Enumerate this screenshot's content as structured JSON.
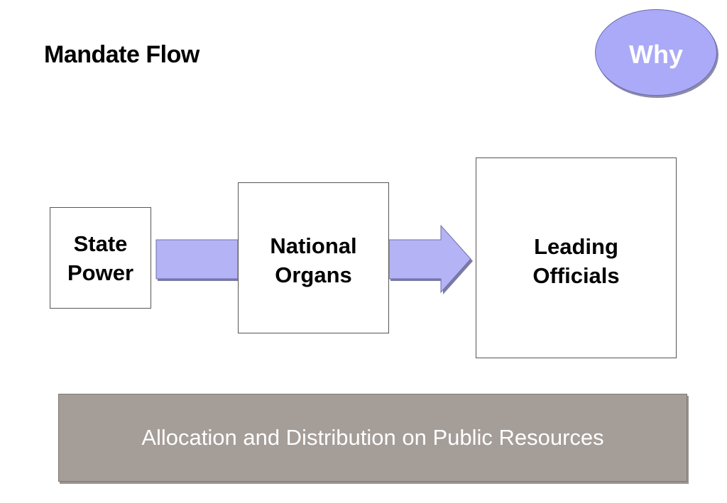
{
  "slide": {
    "title": "Mandate Flow",
    "why_button": {
      "label": "Why"
    },
    "flow": {
      "nodes": [
        {
          "id": "state-power",
          "label": "State\nPower"
        },
        {
          "id": "national-organs",
          "label": "National\nOrgans"
        },
        {
          "id": "leading-officials",
          "label": "Leading\nOfficials"
        }
      ]
    },
    "resource_bar": {
      "label": "Allocation and Distribution on Public Resources"
    }
  },
  "colors": {
    "arrow_fill": "#b3b3f5",
    "arrow_edge": "#6f6fa8",
    "why_fill": "#aaaaf8",
    "bar_fill": "#a59d98"
  }
}
